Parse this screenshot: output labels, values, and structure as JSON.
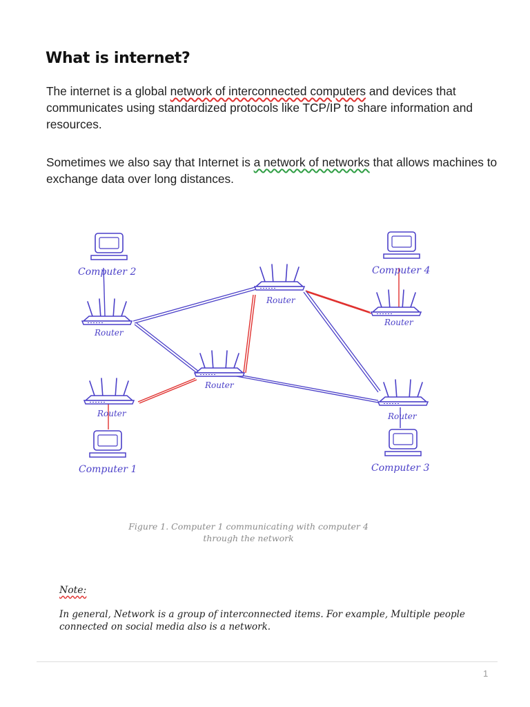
{
  "title": "What is internet?",
  "para1": {
    "before": "The internet is a global ",
    "highlight": "network of interconnected computers",
    "after": " and devices that communicates using standardized protocols like TCP/IP to share information and resources."
  },
  "para2": {
    "before": "Sometimes we also say that Internet is ",
    "highlight": "a network of networks",
    "after": " that allows machines to exchange data over long distances."
  },
  "diagram": {
    "computers": [
      "Computer 1",
      "Computer 2",
      "Computer 3",
      "Computer 4"
    ],
    "router_label": "Router"
  },
  "caption": {
    "line1": "Figure 1. Computer 1 communicating with computer 4",
    "line2": "through the network"
  },
  "note": {
    "label": "Note:",
    "text": "In general, Network is a group of interconnected items. For example, Multiple people connected on social media also is a network."
  },
  "footer": {
    "page_number": "1"
  },
  "colors": {
    "sketch": "#4a3fc8",
    "path": "#e0312f",
    "green": "#2f9e44"
  }
}
